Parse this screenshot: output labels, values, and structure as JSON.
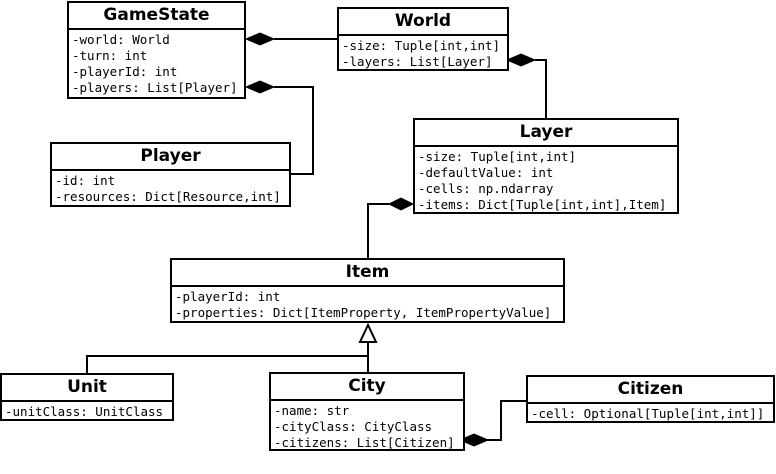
{
  "classes": {
    "gamestate": {
      "name": "GameState",
      "attributes": [
        "-world: World",
        "-turn: int",
        "-playerId: int",
        "-players: List[Player]"
      ]
    },
    "world": {
      "name": "World",
      "attributes": [
        "-size: Tuple[int,int]",
        "-layers: List[Layer]"
      ]
    },
    "player": {
      "name": "Player",
      "attributes": [
        "-id: int",
        "-resources: Dict[Resource,int]"
      ]
    },
    "layer": {
      "name": "Layer",
      "attributes": [
        "-size: Tuple[int,int]",
        "-defaultValue: int",
        "-cells: np.ndarray",
        "-items: Dict[Tuple[int,int],Item]"
      ]
    },
    "item": {
      "name": "Item",
      "attributes": [
        "-playerId: int",
        "-properties: Dict[ItemProperty, ItemPropertyValue]"
      ]
    },
    "unit": {
      "name": "Unit",
      "attributes": [
        "-unitClass: UnitClass"
      ]
    },
    "city": {
      "name": "City",
      "attributes": [
        "-name: str",
        "-cityClass: CityClass",
        "-citizens: List[Citizen]"
      ]
    },
    "citizen": {
      "name": "Citizen",
      "attributes": [
        "-cell: Optional[Tuple[int,int]]"
      ]
    }
  }
}
